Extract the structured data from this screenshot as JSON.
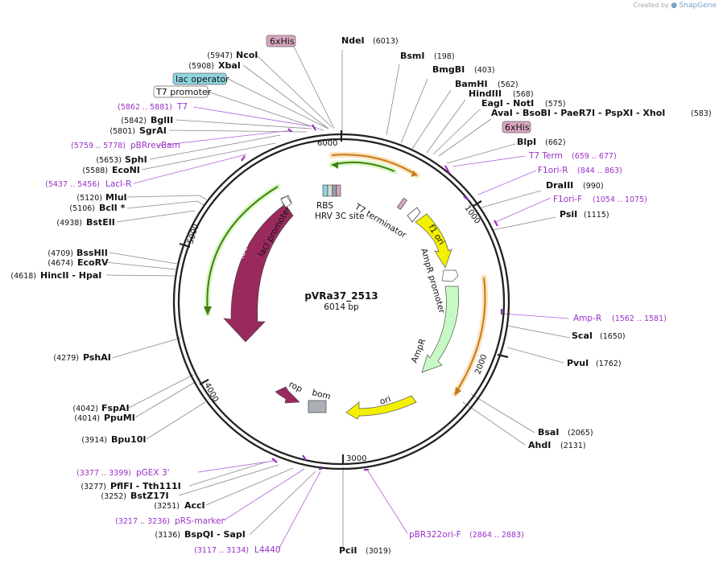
{
  "branding": {
    "created_by": "Created by",
    "product": "SnapGene"
  },
  "plasmid": {
    "name": "pVRa37_2513",
    "size": "6014 bp"
  },
  "ticks": [
    "1000",
    "2000",
    "3000",
    "4000",
    "5000",
    "6000"
  ],
  "features": {
    "t7_terminator": "T7 terminator",
    "f1_ori": "f1 ori",
    "ampr_promoter": "AmpR promoter",
    "ampr": "AmpR",
    "ori": "ori",
    "bom": "bom",
    "rop": "rop",
    "laci": "lacI",
    "laci_promoter": "lacI promoter",
    "rbs": "RBS",
    "hrv3c": "HRV 3C site"
  },
  "boxed": {
    "his_top": "6xHis",
    "lac_operator": "lac operator",
    "t7_promoter": "T7 promoter",
    "his_right": "6xHis"
  },
  "right_sites": [
    {
      "name": "NdeI",
      "pos": "(6013)"
    },
    {
      "name": "BsmI",
      "pos": "(198)"
    },
    {
      "name": "BmgBI",
      "pos": "(403)"
    },
    {
      "name": "BamHI",
      "pos": "(562)"
    },
    {
      "name": "HindIII",
      "pos": "(568)"
    },
    {
      "name": "EagI  - NotI",
      "pos": "(575)"
    },
    {
      "name": "AvaI  - BsoBI  - PaeR7I  - PspXI  - XhoI",
      "pos": "(583)"
    },
    {
      "name": "BlpI",
      "pos": "(662)"
    },
    {
      "name": "DraIII",
      "pos": "(990)"
    },
    {
      "name": "PsiI",
      "pos": "(1115)"
    },
    {
      "name": "ScaI",
      "pos": "(1650)"
    },
    {
      "name": "PvuI",
      "pos": "(1762)"
    },
    {
      "name": "BsaI",
      "pos": "(2065)"
    },
    {
      "name": "AhdI",
      "pos": "(2131)"
    },
    {
      "name": "PciI",
      "pos": "(3019)"
    }
  ],
  "left_sites": [
    {
      "name": "NcoI",
      "pos": "(5947)"
    },
    {
      "name": "XbaI",
      "pos": "(5908)"
    },
    {
      "name": "BglII",
      "pos": "(5842)"
    },
    {
      "name": "SgrAI",
      "pos": "(5801)"
    },
    {
      "name": "SphI",
      "pos": "(5653)"
    },
    {
      "name": "EcoNI",
      "pos": "(5588)"
    },
    {
      "name": "MluI",
      "pos": "(5120)"
    },
    {
      "name": "BclI *",
      "pos": "(5106)"
    },
    {
      "name": "BstEII",
      "pos": "(4938)"
    },
    {
      "name": "BssHII",
      "pos": "(4709)"
    },
    {
      "name": "EcoRV",
      "pos": "(4674)"
    },
    {
      "name": "HincII  - HpaI",
      "pos": "(4618)"
    },
    {
      "name": "PshAI",
      "pos": "(4279)"
    },
    {
      "name": "FspAI",
      "pos": "(4042)"
    },
    {
      "name": "PpuMI",
      "pos": "(4014)"
    },
    {
      "name": "Bpu10I",
      "pos": "(3914)"
    },
    {
      "name": "PflFI  - Tth111I",
      "pos": "(3277)"
    },
    {
      "name": "BstZ17I",
      "pos": "(3252)"
    },
    {
      "name": "AccI",
      "pos": "(3251)"
    },
    {
      "name": "BspQI  - SapI",
      "pos": "(3136)"
    }
  ],
  "primers_right": [
    {
      "name": "T7 Term",
      "pos": "(659 .. 677)"
    },
    {
      "name": "F1ori-R",
      "pos": "(844 .. 863)"
    },
    {
      "name": "F1ori-F",
      "pos": "(1054 .. 1075)"
    },
    {
      "name": "Amp-R",
      "pos": "(1562 .. 1581)"
    },
    {
      "name": "pBR322ori-F",
      "pos": "(2864 .. 2883)"
    }
  ],
  "primers_left": [
    {
      "name": "T7",
      "pos": "(5862 .. 5881)"
    },
    {
      "name": "pBRrevBam",
      "pos": "(5759 .. 5778)"
    },
    {
      "name": "LacI-R",
      "pos": "(5437 .. 5456)"
    },
    {
      "name": "pGEX 3'",
      "pos": "(3377 .. 3399)"
    },
    {
      "name": "pRS-marker",
      "pos": "(3217 .. 3236)"
    },
    {
      "name": "L4440",
      "pos": "(3117 .. 3134)"
    }
  ],
  "colors": {
    "backbone": "#222222",
    "primer": "#9b30c8",
    "yellow": "#f3f000",
    "green": "#c6f9c4",
    "maroon": "#9a2a5d",
    "orange_arrow": "#c67a18",
    "green_arrow": "#3f7f12",
    "his_box": "#d9a6c1",
    "lac_box": "#8ed4e1"
  }
}
